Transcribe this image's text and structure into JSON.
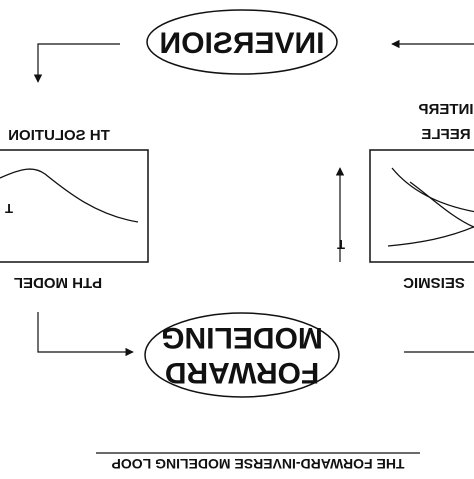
{
  "diagram": {
    "top_node": {
      "label": "INVERSION"
    },
    "bottom_node": {
      "lines": [
        "FORWARD",
        "MODELING"
      ]
    },
    "left_panel": {
      "top_label": "TH SOLUTION",
      "bottom_label": "PTH MODEL",
      "axis_mark": "T"
    },
    "right_panel": {
      "top_label_line1": "INTERP",
      "top_label_line2": "REFLE",
      "bottom_label": "SEISMIC",
      "axis_mark": "T"
    },
    "caption": "THE FORWARD-INVERSE MODELING LOOP"
  },
  "colors": {
    "ink": "#111111",
    "background": "#ffffff"
  }
}
